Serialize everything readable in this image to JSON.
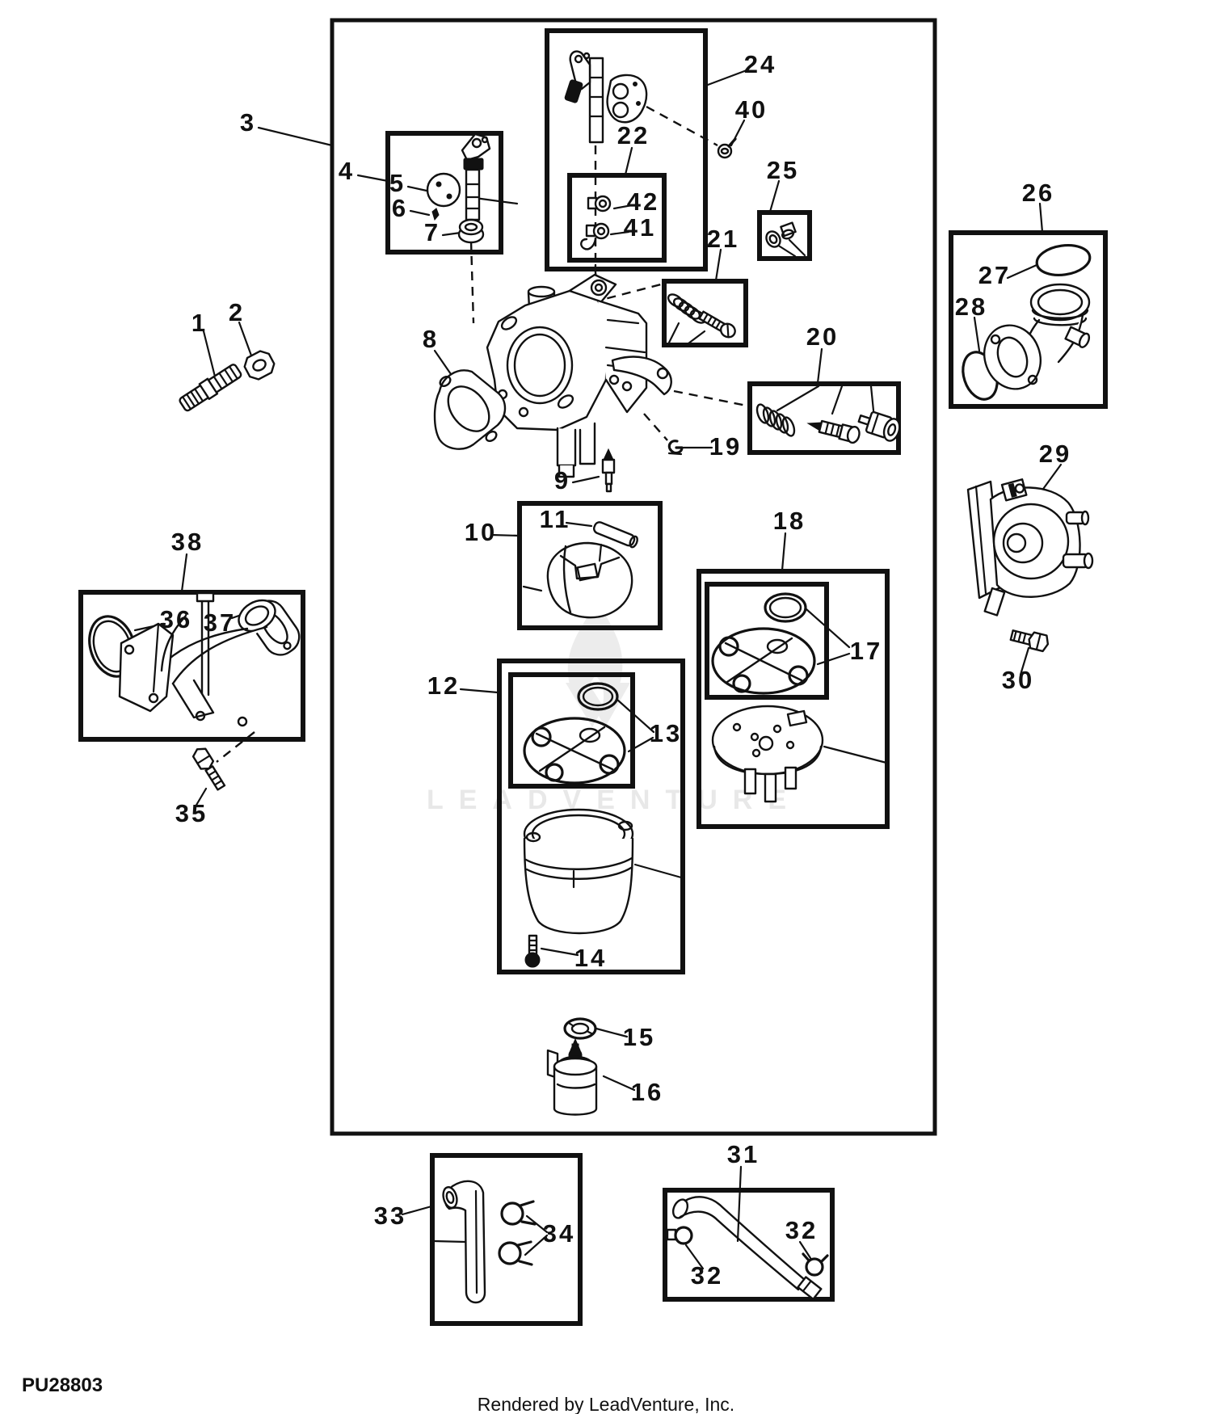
{
  "palette": {
    "ink": "#111111",
    "background": "#ffffff",
    "watermark": "#e8e8e8"
  },
  "watermark": {
    "logo": "flame-icon",
    "text": "LEADVENTURE"
  },
  "footer": {
    "code": "PU28803",
    "credit": "Rendered by LeadVenture, Inc."
  },
  "callouts": {
    "c1": "1",
    "c2": "2",
    "c3": "3",
    "c4": "4",
    "c5": "5",
    "c6": "6",
    "c7": "7",
    "c8": "8",
    "c9": "9",
    "c10": "10",
    "c11": "11",
    "c12": "12",
    "c13": "13",
    "c14": "14",
    "c15": "15",
    "c16": "16",
    "c17": "17",
    "c18": "18",
    "c19": "19",
    "c20": "20",
    "c21": "21",
    "c22": "22",
    "c24": "24",
    "c25": "25",
    "c26": "26",
    "c27": "27",
    "c28": "28",
    "c29": "29",
    "c30": "30",
    "c31": "31",
    "c32a": "32",
    "c32b": "32",
    "c33": "33",
    "c34": "34",
    "c35": "35",
    "c36": "36",
    "c37": "37",
    "c38": "38",
    "c40": "40",
    "c41": "41",
    "c42": "42"
  }
}
